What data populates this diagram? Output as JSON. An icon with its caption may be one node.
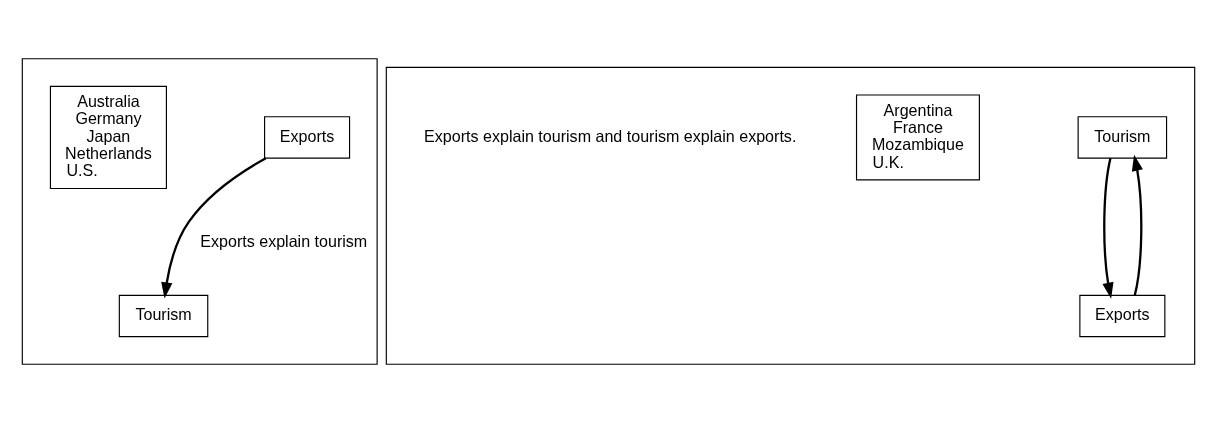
{
  "diagram": {
    "nodes": [
      {
        "text": [],
        "shape": "box"
      },
      {
        "text": [
          "Australia Germany Japan Netherlands U.S."
        ],
        "in": 0
      },
      {
        "text": [
          "Exports"
        ],
        "in": 0
      },
      {
        "text": [
          "Tourism"
        ],
        "in": 0
      },
      {
        "text": [],
        "shape": "box"
      },
      {
        "text": [
          "Argentina France Mozambique U.K."
        ],
        "in": 4
      },
      {
        "text": [
          "Tourism"
        ],
        "in": 4
      },
      {
        "text": [
          "Exports"
        ],
        "in": 4
      }
    ],
    "edges": [
      {
        "from": 2,
        "to": 3,
        "arrow": "to",
        "label": "Exports explain tourism"
      },
      {
        "from": 6,
        "to": 7,
        "arrow": "to"
      },
      {
        "from": 7,
        "to": 6,
        "arrow": "to"
      }
    ],
    "labels": [
      "Exports explain tourism and tourism explain exports."
    ]
  }
}
